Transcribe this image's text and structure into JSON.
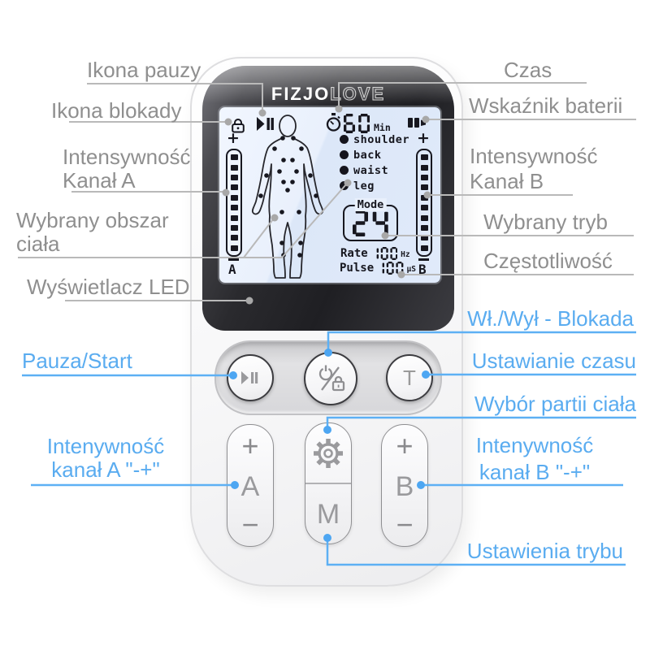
{
  "colors": {
    "accent_blue": "#5aacf0",
    "label_gray": "#8f8f8f",
    "lcd_dark": "#17171f",
    "lcd_bg": "#e9f0fc"
  },
  "icons": {
    "lcd_lock": "lock-icon",
    "lcd_play_pause": "play-pause-icon",
    "lcd_timer": "stopwatch-icon",
    "lcd_battery": "battery-icon",
    "power_button": "power-lock-icon",
    "mode_button": "gear-icon"
  },
  "annotations": {
    "ikona_pauzy": "Ikona pauzy",
    "ikona_blokady": "Ikona blokady",
    "intensywnosc_a": "Intensywność\nKanał A",
    "wybrany_obszar": "Wybrany obszar\nciała",
    "wyswietlacz_led": "Wyświetlacz LED",
    "czas": "Czas",
    "wskaznik_baterii": "Wskaźnik baterii",
    "intensywnosc_b": "Intensywność\nKanał B",
    "wybrany_tryb": "Wybrany tryb",
    "czestotliwosc": "Częstotliwość",
    "pauza_start": "Pauza/Start",
    "intenywnosc_a": "Intenywność\nkanał A \"-+\"",
    "wl_wyl_blokada": "Wł./Wył - Blokada",
    "ustawianie_czasu": "Ustawianie czasu",
    "wybor_partii_ciala": "Wybór partii ciała",
    "intenywnosc_b": "Intenywność\nkanał B \"-+\"",
    "ustawienia_trybu": "Ustawienia trybu"
  },
  "device": {
    "brand_bold": "FIZJO",
    "brand_outline": "LOVE",
    "lcd": {
      "time_value": "60",
      "time_unit": "Min",
      "body_parts": [
        "shoulder",
        "back",
        "waist",
        "leg"
      ],
      "mode_label": "Mode",
      "mode_value": "24",
      "rate_label": "Rate",
      "rate_value": "100",
      "rate_unit": "Hz",
      "pulse_label": "Pulse",
      "pulse_value": "100",
      "pulse_unit": "µS",
      "channel_a": "A",
      "channel_b": "B",
      "plus": "+",
      "intensity_segments": 10
    },
    "buttons": {
      "t_label": "T",
      "a_label": "A",
      "b_label": "B",
      "m_label": "M",
      "plus": "+",
      "minus": "−"
    }
  }
}
